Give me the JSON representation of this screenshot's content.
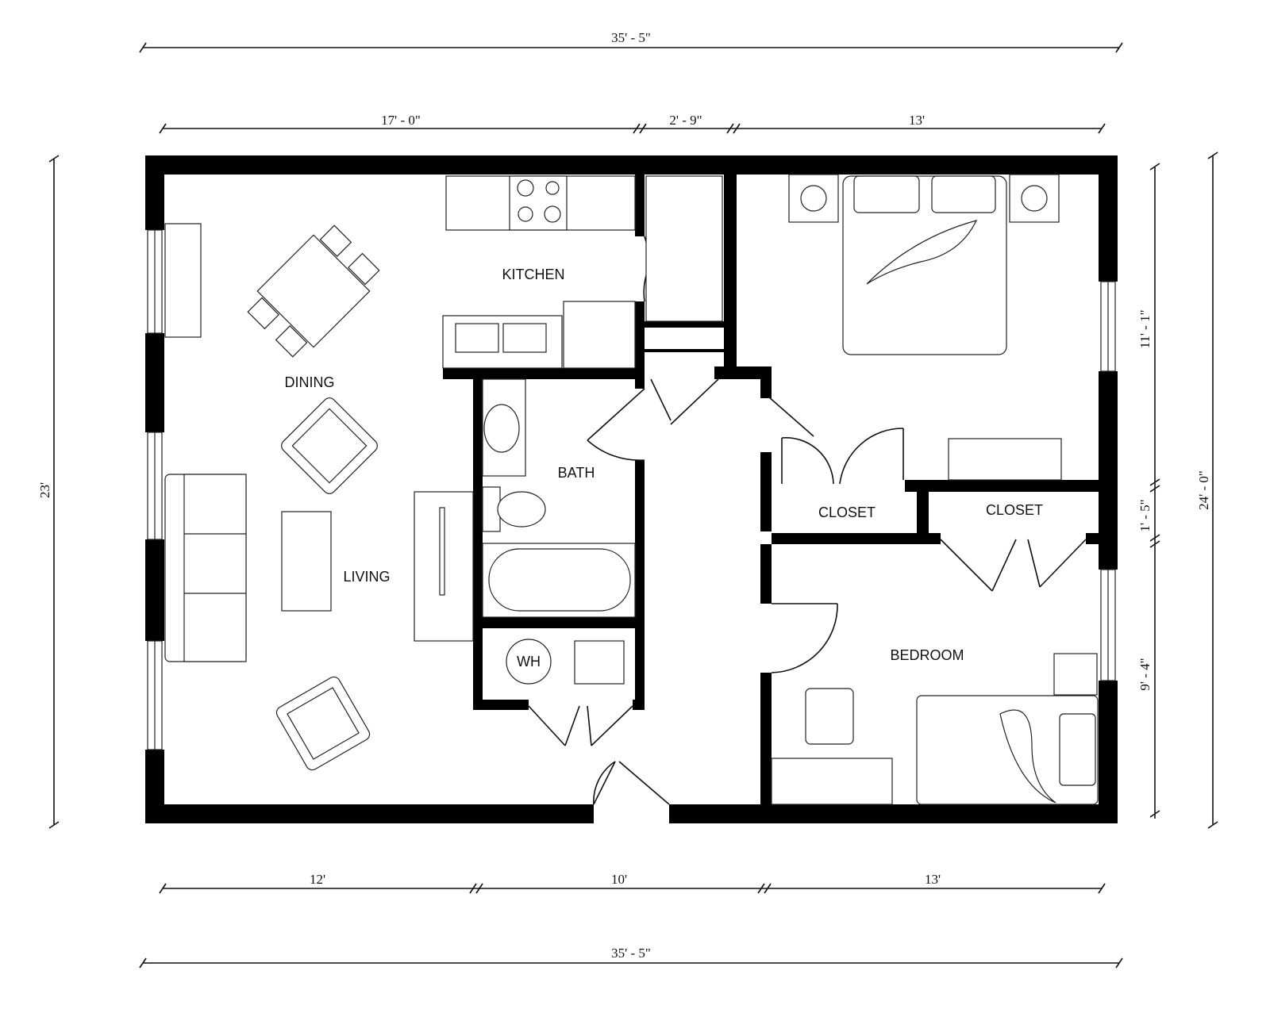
{
  "dimensions": {
    "top_total": "35' - 5\"",
    "top_left": "17' - 0\"",
    "top_middle": "2' - 9\"",
    "top_right": "13'",
    "bottom_left": "12'",
    "bottom_middle": "10'",
    "bottom_right": "13'",
    "bottom_total": "35' - 5\"",
    "left_total": "23'",
    "right_upper": "11' - 1\"",
    "right_middle": "1' - 5\"",
    "right_lower": "9' - 4\"",
    "right_total": "24' - 0\""
  },
  "rooms": {
    "kitchen": "KITCHEN",
    "dining": "DINING",
    "living": "LIVING",
    "bath": "BATH",
    "closet_1": "CLOSET",
    "closet_2": "CLOSET",
    "bedroom": "BEDROOM",
    "water_heater": "WH"
  }
}
